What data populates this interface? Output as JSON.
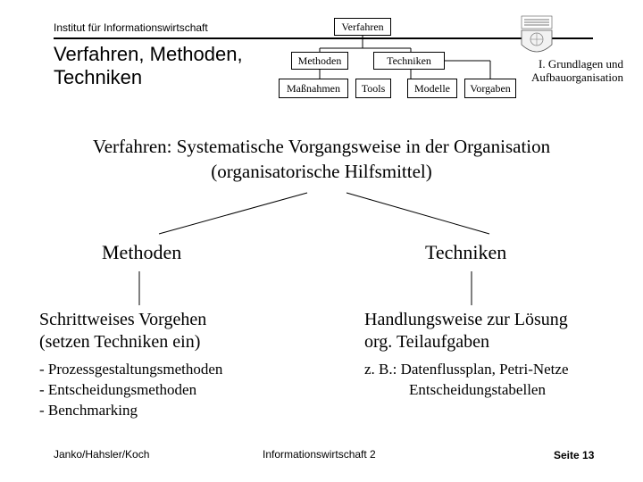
{
  "header": {
    "institute": "Institut für Informationswirtschaft",
    "title_line1": "Verfahren, Methoden,",
    "title_line2": "Techniken",
    "subtitle_line1": "I. Grundlagen und",
    "subtitle_line2": "Aufbauorganisation"
  },
  "hierarchy": {
    "root": "Verfahren",
    "level1": [
      "Methoden",
      "Techniken"
    ],
    "level2": [
      "Maßnahmen",
      "Tools",
      "Modelle",
      "Vorgaben"
    ]
  },
  "definition": {
    "line1": "Verfahren: Systematische Vorgangsweise in der Organisation",
    "line2": "(organisatorische Hilfsmittel)"
  },
  "left": {
    "label": "Methoden",
    "desc_line1": "Schrittweises Vorgehen",
    "desc_line2": "(setzen Techniken ein)",
    "items": [
      "- Prozessgestaltungsmethoden",
      "- Entscheidungsmethoden",
      "- Benchmarking"
    ]
  },
  "right": {
    "label": "Techniken",
    "desc_line1": "Handlungsweise zur Lösung",
    "desc_line2": "org. Teilaufgaben",
    "example_line1": "z. B.: Datenflussplan, Petri-Netze",
    "example_line2": "Entscheidungstabellen"
  },
  "footer": {
    "authors": "Janko/Hahsler/Koch",
    "course": "Informationswirtschaft 2",
    "page": "Seite 13"
  }
}
